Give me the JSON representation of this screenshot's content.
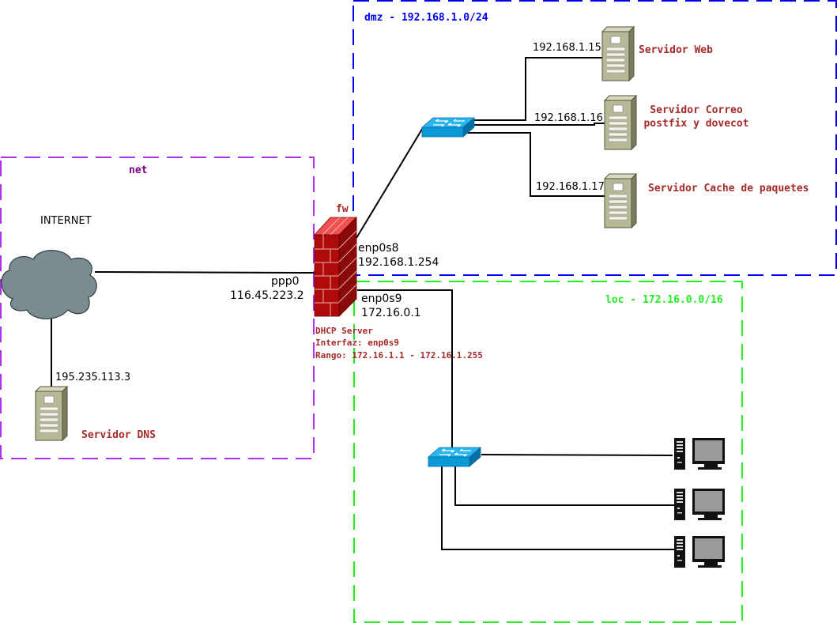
{
  "zones": {
    "dmz": {
      "label": "dmz - 192.168.1.0/24",
      "color": "#0000ee"
    },
    "net": {
      "label": "net",
      "color": "#800080"
    },
    "loc": {
      "label": "loc - 172.16.0.0/16",
      "color": "#22ee22"
    }
  },
  "internet_label": "INTERNET",
  "firewall": {
    "label": "fw",
    "label_color": "#a52a2a",
    "ppp0": {
      "iface": "ppp0",
      "ip": "116.45.223.2"
    },
    "enp0s8": {
      "iface": "enp0s8",
      "ip": "192.168.1.254"
    },
    "enp0s9": {
      "iface": "enp0s9",
      "ip": "172.16.0.1"
    }
  },
  "dhcp": {
    "line1": "DHCP Server",
    "line2": "Interfaz: enp0s9",
    "line3": "Rango: 172.16.1.1 - 172.16.1.255",
    "color": "#a52a2a"
  },
  "servers": {
    "web": {
      "ip": "192.168.1.15",
      "label": "Servidor Web"
    },
    "mail": {
      "ip": "192.168.1.16",
      "label1": "Servidor Correo",
      "label2": "postfix y dovecot"
    },
    "cache": {
      "ip": "192.168.1.17",
      "label": "Servidor Cache de paquetes"
    },
    "dns": {
      "ip": "195.235.113.3",
      "label": "Servidor DNS"
    }
  },
  "label_color": "#a52a2a",
  "icons": {
    "cloud": "cloud-icon",
    "firewall": "firewall-icon",
    "switch": "switch-icon",
    "server": "server-icon",
    "workstation": "workstation-icon"
  }
}
